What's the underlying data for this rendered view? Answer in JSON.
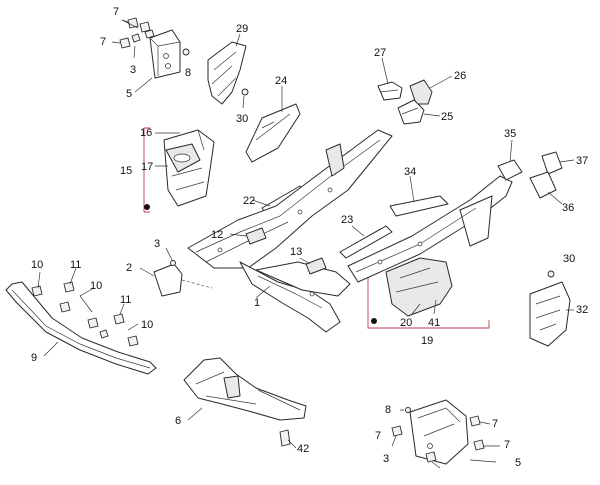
{
  "labels": {
    "p1": "1",
    "p2": "2",
    "p3a": "3",
    "p3b": "3",
    "p3c": "3",
    "p5a": "5",
    "p5b": "5",
    "p6": "6",
    "p7a": "7",
    "p7b": "7",
    "p7c": "7",
    "p7d": "7",
    "p7e": "7",
    "p8a": "8",
    "p8b": "8",
    "p9": "9",
    "p10a": "10",
    "p10b": "10",
    "p10c": "10",
    "p11a": "11",
    "p11b": "11",
    "p12": "12",
    "p13": "13",
    "p15": "15",
    "p16": "16",
    "p17": "17",
    "p19": "19",
    "p20": "20",
    "p22": "22",
    "p23": "23",
    "p24": "24",
    "p25": "25",
    "p26": "26",
    "p27": "27",
    "p29": "29",
    "p30a": "30",
    "p30b": "30",
    "p32": "32",
    "p34": "34",
    "p35": "35",
    "p36": "36",
    "p37": "37",
    "p41": "41",
    "p42": "42"
  },
  "colors": {
    "bracket": "#c0394b",
    "line": "#2a2a2a"
  }
}
